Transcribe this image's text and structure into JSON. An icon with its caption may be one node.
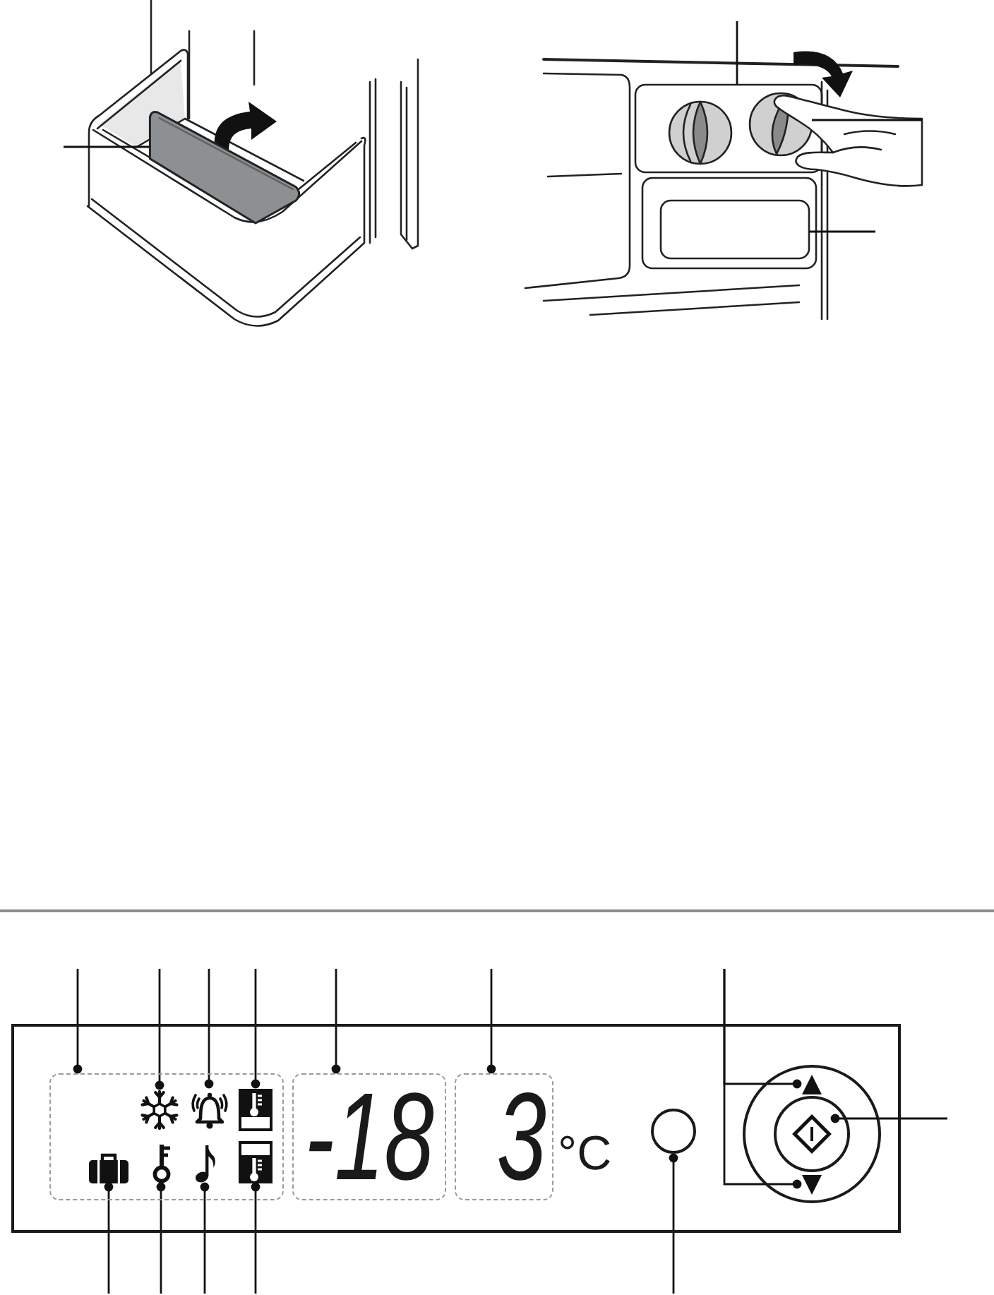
{
  "diagram": {
    "nodes": [
      {
        "text": [],
        "shape": "plate"
      },
      {
        "text": [],
        "shape": "box"
      },
      {
        "text": [],
        "shape": "knob",
        "in": 1
      },
      {
        "text": [],
        "shape": "box"
      },
      {
        "text": [],
        "shape": "box"
      },
      {
        "text": [],
        "shape": "box",
        "in": 4
      },
      {
        "text": [],
        "shape": "snowflake",
        "in": 5
      },
      {
        "text": [],
        "shape": "bell",
        "in": 5
      },
      {
        "text": [],
        "shape": "thermometer",
        "in": 5
      },
      {
        "text": [],
        "shape": "suitcase",
        "in": 5
      },
      {
        "text": [],
        "shape": "key",
        "in": 5
      },
      {
        "text": [],
        "shape": "note",
        "in": 5
      },
      {
        "text": [],
        "shape": "thermometer",
        "in": 5
      },
      {
        "text": [
          "-18"
        ],
        "in": 4
      },
      {
        "text": [
          "3"
        ],
        "beside": [
          "°C"
        ],
        "in": 4
      },
      {
        "text": [],
        "shape": "circle",
        "in": 4
      },
      {
        "text": [],
        "shape": "circle",
        "in": 4
      },
      {
        "text": [],
        "shape": "triangle",
        "in": 16
      },
      {
        "text": [],
        "shape": "diamond",
        "in": 16
      },
      {
        "text": [],
        "shape": "triangle",
        "in": 16
      }
    ],
    "edges": [
      {
        "from": null,
        "to": 0,
        "arrow": "none"
      },
      {
        "from": null,
        "to": 1,
        "arrow": "none"
      },
      {
        "from": null,
        "to": 2,
        "arrow": "none"
      },
      {
        "from": null,
        "to": 3,
        "arrow": "none"
      },
      {
        "from": null,
        "to": 5,
        "arrow": "other"
      },
      {
        "from": null,
        "to": 6,
        "arrow": "other"
      },
      {
        "from": null,
        "to": 7,
        "arrow": "other"
      },
      {
        "from": null,
        "to": 8,
        "arrow": "other"
      },
      {
        "from": null,
        "to": 13,
        "arrow": "other"
      },
      {
        "from": null,
        "to": 14,
        "arrow": "other"
      },
      {
        "from": null,
        "to": 17,
        "arrow": "other"
      },
      {
        "from": null,
        "to": 19,
        "arrow": "other"
      },
      {
        "from": null,
        "to": 18,
        "arrow": "other"
      },
      {
        "from": null,
        "to": 9,
        "arrow": "other"
      },
      {
        "from": null,
        "to": 10,
        "arrow": "other"
      },
      {
        "from": null,
        "to": 11,
        "arrow": "other"
      },
      {
        "from": null,
        "to": 12,
        "arrow": "other"
      },
      {
        "from": null,
        "to": 15,
        "arrow": "other"
      }
    ]
  }
}
